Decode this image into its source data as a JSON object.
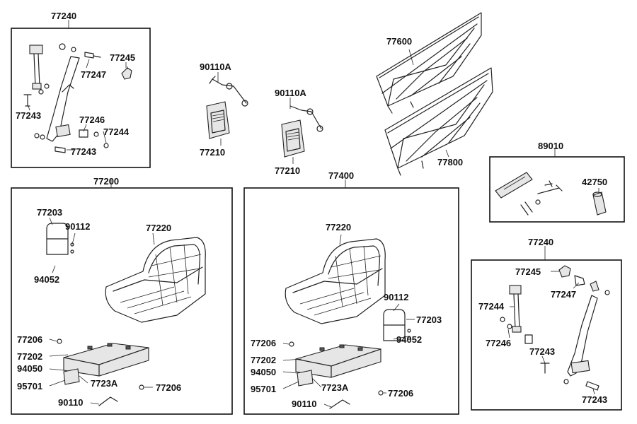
{
  "labels": {
    "belt_left_title": "77240",
    "belt_left_77245": "77245",
    "belt_left_77247": "77247",
    "belt_left_77243a": "77243",
    "belt_left_77246": "77246",
    "belt_left_77244": "77244",
    "belt_left_77243b": "77243",
    "harness_left": "90110A",
    "pad_left": "77210",
    "harness_right": "90110A",
    "pad_right": "77210",
    "net_upper": "77600",
    "net_lower": "77800",
    "tool_kit_title": "89010",
    "tool_kit_42750": "42750",
    "seat_left_title": "77200",
    "seat_left_77203": "77203",
    "seat_left_90112": "90112",
    "seat_left_77220": "77220",
    "seat_left_94052": "94052",
    "seat_left_77206a": "77206",
    "seat_left_77202": "77202",
    "seat_left_94050": "94050",
    "seat_left_95701": "95701",
    "seat_left_7723A": "7723A",
    "seat_left_77206b": "77206",
    "seat_left_90110": "90110",
    "seat_right_title": "77400",
    "seat_right_77220": "77220",
    "seat_right_90112": "90112",
    "seat_right_77203": "77203",
    "seat_right_94052": "94052",
    "seat_right_77206a": "77206",
    "seat_right_77202": "77202",
    "seat_right_94050": "94050",
    "seat_right_95701": "95701",
    "seat_right_7723A": "7723A",
    "seat_right_77206b": "77206",
    "seat_right_90110": "90110",
    "belt_right_title": "77240",
    "belt_right_77245": "77245",
    "belt_right_77247": "77247",
    "belt_right_77244": "77244",
    "belt_right_77246": "77246",
    "belt_right_77243a": "77243",
    "belt_right_77243b": "77243"
  }
}
